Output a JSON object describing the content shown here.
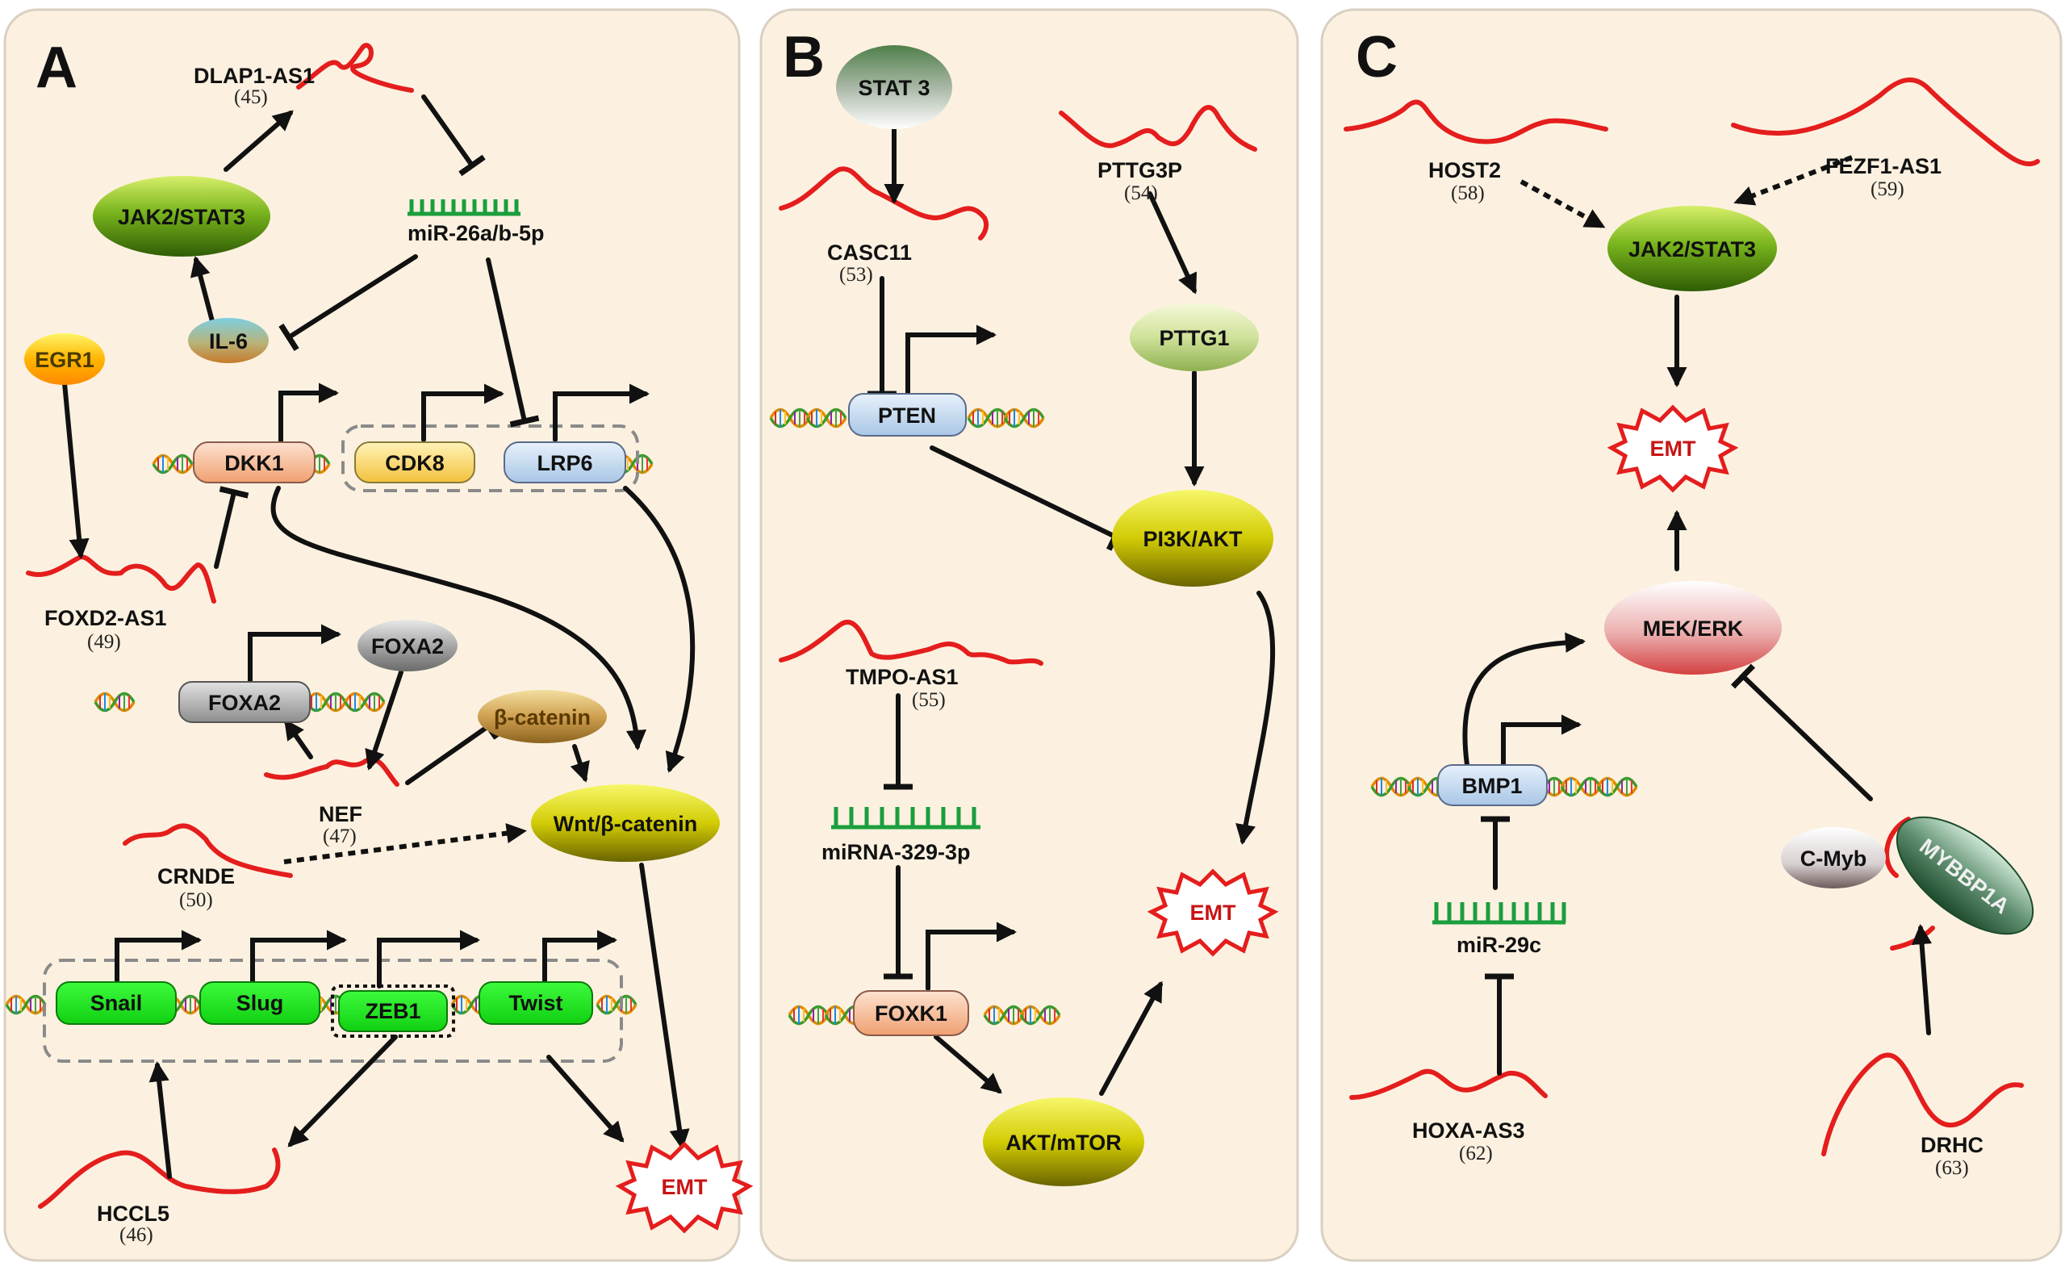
{
  "colors": {
    "panel_background": "#fcf1e0",
    "lncrna_red": "#e41d1d",
    "mirna_green": "#1b9e3e",
    "gene_green": "#11e211",
    "emt_red": "#c81414"
  },
  "panels": {
    "A": {
      "letter": "A",
      "lnc_dlap1": "DLAP1-AS1",
      "ref_dlap1": "(45)",
      "node_jak": "JAK2/STAT3",
      "mir26": "miR-26a/b-5p",
      "node_il6": "IL-6",
      "node_egr1": "EGR1",
      "gene_dkk1": "DKK1",
      "gene_cdk8": "CDK8",
      "gene_lrp6": "LRP6",
      "lnc_foxd2": "FOXD2-AS1",
      "ref_foxd2": "(49)",
      "node_foxa2": "FOXA2",
      "gene_foxa2": "FOXA2",
      "node_bcat": "β-catenin",
      "lnc_nef": "NEF",
      "ref_nef": "(47)",
      "node_wnt": "Wnt/β-catenin",
      "lnc_crnde": "CRNDE",
      "ref_crnde": "(50)",
      "gene_snail": "Snail",
      "gene_slug": "Slug",
      "gene_zeb1": "ZEB1",
      "gene_twist": "Twist",
      "lnc_hccl5": "HCCL5",
      "ref_hccl5": "(46)",
      "emt": "EMT"
    },
    "B": {
      "letter": "B",
      "node_stat3": "STAT 3",
      "lnc_casc11": "CASC11",
      "ref_casc11": "(53)",
      "lnc_pttg3p": "PTTG3P",
      "ref_pttg3p": "(54)",
      "node_pttg1": "PTTG1",
      "gene_pten": "PTEN",
      "node_pi3k": "PI3K/AKT",
      "lnc_tmpo": "TMPO-AS1",
      "ref_tmpo": "(55)",
      "mir329": "miRNA-329-3p",
      "gene_foxk1": "FOXK1",
      "node_akt": "AKT/mTOR",
      "emt": "EMT"
    },
    "C": {
      "letter": "C",
      "lnc_host2": "HOST2",
      "ref_host2": "(58)",
      "lnc_fezf1": "FEZF1-AS1",
      "ref_fezf1": "(59)",
      "node_jak": "JAK2/STAT3",
      "emt": "EMT",
      "node_mek": "MEK/ERK",
      "gene_bmp1": "BMP1",
      "mir29c": "miR-29c",
      "lnc_hoxa": "HOXA-AS3",
      "ref_hoxa": "(62)",
      "node_cmyb": "C-Myb",
      "node_mybbp1a": "MYBBP1A",
      "lnc_drhc": "DRHC",
      "ref_drhc": "(63)"
    }
  }
}
